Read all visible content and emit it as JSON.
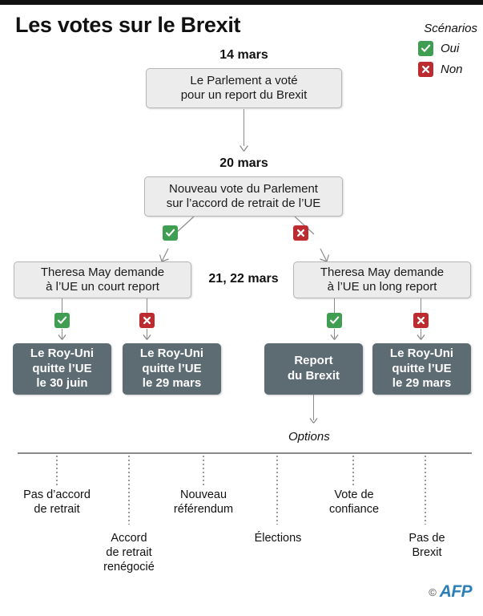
{
  "title": "Les votes sur le Brexit",
  "legend": {
    "heading": "Scénarios",
    "items": [
      {
        "icon": "check-box-green-icon",
        "label": "Oui",
        "color": "#3f9e52"
      },
      {
        "icon": "x-box-red-icon",
        "label": "Non",
        "color": "#bb2b30"
      }
    ]
  },
  "flow": {
    "dates": {
      "d1": "14 mars",
      "d2": "20 mars",
      "d3": "21, 22 mars"
    },
    "step1": {
      "line1": "Le Parlement a voté",
      "line2": "pour un report du Brexit"
    },
    "step2": {
      "line1": "Nouveau vote du Parlement",
      "line2": "sur l’accord de retrait de l’UE"
    },
    "step3_left": {
      "line1": "Theresa May demande",
      "line2": "à l’UE un court report"
    },
    "step3_right": {
      "line1": "Theresa May demande",
      "line2": "à l’UE un long report"
    },
    "outcomes": [
      {
        "line1": "Le Roy-Uni",
        "line2": "quitte l’UE",
        "line3": "le 30 juin"
      },
      {
        "line1": "Le Roy-Uni",
        "line2": "quitte l’UE",
        "line3": "le 29 mars"
      },
      {
        "line1": "Report",
        "line2": "du Brexit",
        "line3": ""
      },
      {
        "line1": "Le Roy-Uni",
        "line2": "quitte l’UE",
        "line3": "le 29 mars"
      }
    ]
  },
  "options": {
    "heading": "Options",
    "items": [
      {
        "label": "Pas d’accord\nde retrait",
        "position": "top"
      },
      {
        "label": "Accord\nde retrait\nrenégocié",
        "position": "bottom"
      },
      {
        "label": "Nouveau\nréférendum",
        "position": "top"
      },
      {
        "label": "Élections",
        "position": "bottom"
      },
      {
        "label": "Vote de\nconfiance",
        "position": "top"
      },
      {
        "label": "Pas de\nBrexit",
        "position": "bottom"
      }
    ]
  },
  "credit": {
    "symbol": "©",
    "agency": "AFP"
  }
}
